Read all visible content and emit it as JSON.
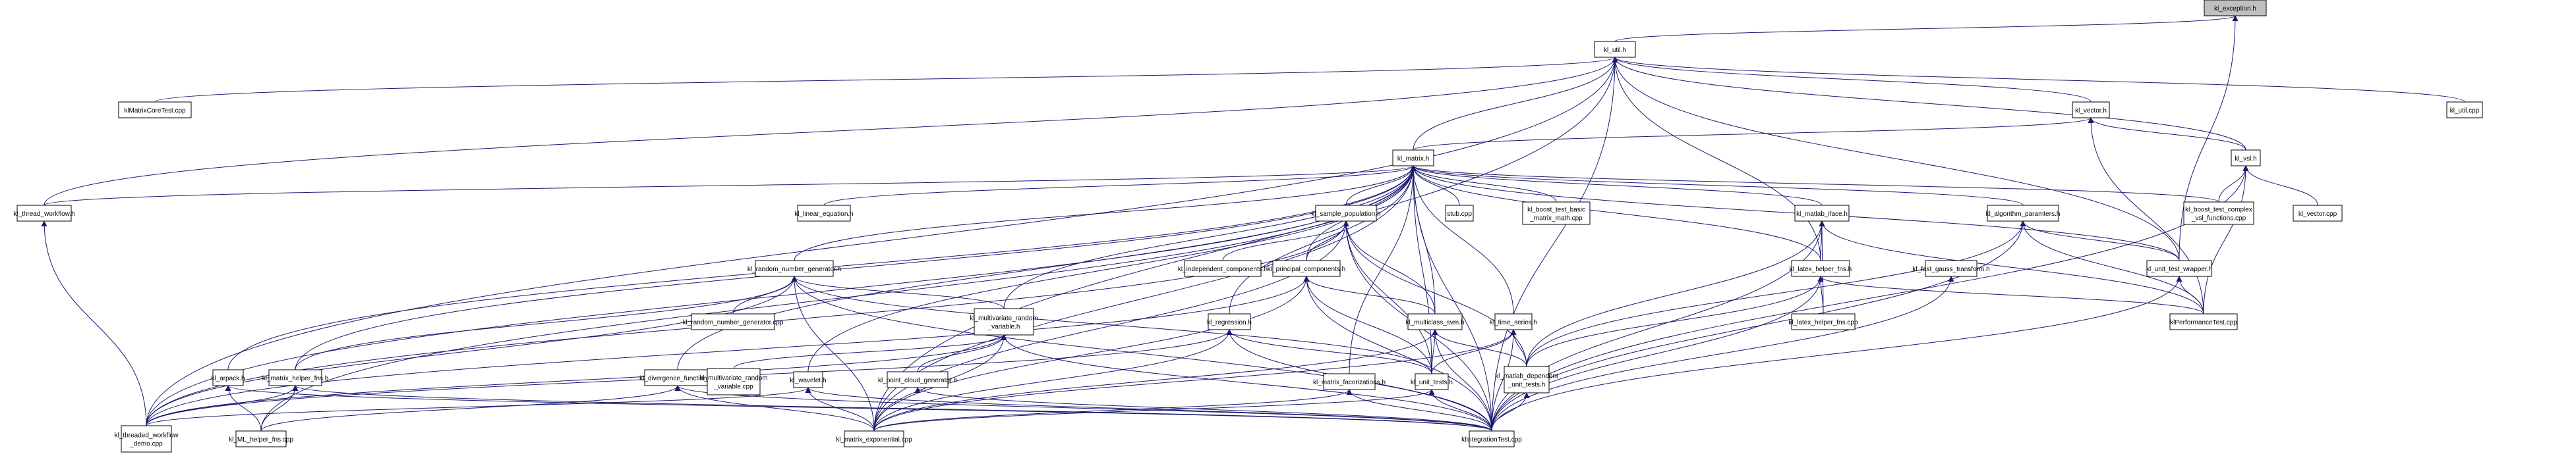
{
  "diagram": {
    "type": "include-dependency-graph",
    "root": "kl_exception.h",
    "colors": {
      "edge": "#191970",
      "root_fill": "#bfbfbf",
      "node_fill": "#ffffff",
      "node_border": "#000000"
    },
    "nodes": [
      {
        "id": "kl_exception",
        "label": [
          "kl_exception.h"
        ],
        "root": true
      },
      {
        "id": "kl_util_h",
        "label": [
          "kl_util.h"
        ]
      },
      {
        "id": "klMatrixCoreTest",
        "label": [
          "klMatrixCoreTest.cpp"
        ]
      },
      {
        "id": "kl_util_cpp",
        "label": [
          "kl_util.cpp"
        ]
      },
      {
        "id": "kl_vector_h",
        "label": [
          "kl_vector.h"
        ]
      },
      {
        "id": "kl_matrix_h",
        "label": [
          "kl_matrix.h"
        ]
      },
      {
        "id": "kl_vsl_h",
        "label": [
          "kl_vsl.h"
        ]
      },
      {
        "id": "kl_thread_workflow_h",
        "label": [
          "kl_thread_workflow.h"
        ]
      },
      {
        "id": "kl_linear_equation_h",
        "label": [
          "kl_linear_equation.h"
        ]
      },
      {
        "id": "kl_sample_population_h",
        "label": [
          "kl_sample_population.h"
        ]
      },
      {
        "id": "stub_cpp",
        "label": [
          "stub.cpp"
        ]
      },
      {
        "id": "kl_boost_test_basic",
        "label": [
          "kl_boost_test_basic",
          "_matrix_math.cpp"
        ]
      },
      {
        "id": "kl_matlab_iface_h",
        "label": [
          "kl_matlab_iface.h"
        ]
      },
      {
        "id": "kl_algorithm_paramters_h",
        "label": [
          "kl_algorithm_paramters.h"
        ]
      },
      {
        "id": "kl_boost_test_complex",
        "label": [
          "kl_boost_test_complex",
          "_vsl_functions.cpp"
        ]
      },
      {
        "id": "kl_vector_cpp",
        "label": [
          "kl_vector.cpp"
        ]
      },
      {
        "id": "kl_random_number_generator_h",
        "label": [
          "kl_random_number_generator.h"
        ]
      },
      {
        "id": "kl_independent_components_h",
        "label": [
          "kl_independent_components.h"
        ]
      },
      {
        "id": "kl_principal_components_h",
        "label": [
          "kl_principal_components.h"
        ]
      },
      {
        "id": "kl_latex_helper_fns_h",
        "label": [
          "kl_latex_helper_fns.h"
        ]
      },
      {
        "id": "kl_fast_gauss_transform_h",
        "label": [
          "kl_fast_gauss_transform.h"
        ]
      },
      {
        "id": "kl_unit_test_wrapper_h",
        "label": [
          "kl_unit_test_wrapper.h"
        ]
      },
      {
        "id": "kl_random_number_generator_cpp",
        "label": [
          "kl_random_number_generator.cpp"
        ]
      },
      {
        "id": "kl_multivariate_random_variable_h",
        "label": [
          "kl_multivariate_random",
          "_variable.h"
        ]
      },
      {
        "id": "kl_regression_h",
        "label": [
          "kl_regression.h"
        ]
      },
      {
        "id": "kl_multiclass_svm_h",
        "label": [
          "kl_multiclass_svm.h"
        ]
      },
      {
        "id": "kl_time_series_h",
        "label": [
          "kl_time_series.h"
        ]
      },
      {
        "id": "kl_latex_helper_fns_cpp",
        "label": [
          "kl_latex_helper_fns.cpp"
        ]
      },
      {
        "id": "klPerformanceTest_cpp",
        "label": [
          "klPerformanceTest.cpp"
        ]
      },
      {
        "id": "kl_arpack_h",
        "label": [
          "kl_arpack.h"
        ]
      },
      {
        "id": "kl_matrix_helper_fns_h",
        "label": [
          "kl_matrix_helper_fns.h"
        ]
      },
      {
        "id": "kl_divergence_functions_h",
        "label": [
          "kl_divergence_functions.h"
        ]
      },
      {
        "id": "kl_multivariate_random_variable_cpp",
        "label": [
          "kl_multivariate_random",
          "_variable.cpp"
        ]
      },
      {
        "id": "kl_wavelet_h",
        "label": [
          "kl_wavelet.h"
        ]
      },
      {
        "id": "kl_point_cloud_generator_h",
        "label": [
          "kl_point_cloud_generator.h"
        ]
      },
      {
        "id": "kl_matrix_facorizations_h",
        "label": [
          "kl_matrix_facorizations.h"
        ]
      },
      {
        "id": "kl_unit_tests_h",
        "label": [
          "kl_unit_tests.h"
        ]
      },
      {
        "id": "kl_matlab_dependent_unit_tests_h",
        "label": [
          "kl_matlab_dependent",
          "_unit_tests.h"
        ]
      },
      {
        "id": "kl_threaded_workflow_demo_cpp",
        "label": [
          "kl_threaded_workflow",
          "_demo.cpp"
        ]
      },
      {
        "id": "kl_ML_helper_fns_cpp",
        "label": [
          "kl_ML_helper_fns.cpp"
        ]
      },
      {
        "id": "kl_matrix_exponential_cpp",
        "label": [
          "kl_matrix_exponential.cpp"
        ]
      },
      {
        "id": "klIntegrationTest_cpp",
        "label": [
          "klIntegrationTest.cpp"
        ]
      }
    ],
    "edges": [
      [
        "kl_util_h",
        "kl_exception"
      ],
      [
        "kl_unit_test_wrapper_h",
        "kl_exception"
      ],
      [
        "klMatrixCoreTest",
        "kl_util_h"
      ],
      [
        "kl_util_cpp",
        "kl_util_h"
      ],
      [
        "kl_vector_h",
        "kl_util_h"
      ],
      [
        "kl_matrix_h",
        "kl_util_h"
      ],
      [
        "kl_vsl_h",
        "kl_util_h"
      ],
      [
        "kl_thread_workflow_h",
        "kl_util_h"
      ],
      [
        "kl_latex_helper_fns_h",
        "kl_util_h"
      ],
      [
        "kl_unit_test_wrapper_h",
        "kl_util_h"
      ],
      [
        "kl_threaded_workflow_demo_cpp",
        "kl_util_h"
      ],
      [
        "kl_matrix_exponential_cpp",
        "kl_util_h"
      ],
      [
        "klIntegrationTest_cpp",
        "kl_util_h"
      ],
      [
        "kl_matrix_h",
        "kl_vector_h"
      ],
      [
        "kl_vsl_h",
        "kl_vector_h"
      ],
      [
        "klPerformanceTest_cpp",
        "kl_vector_h"
      ],
      [
        "kl_boost_test_complex",
        "kl_vsl_h"
      ],
      [
        "kl_vector_cpp",
        "kl_vsl_h"
      ],
      [
        "klPerformanceTest_cpp",
        "kl_vsl_h"
      ],
      [
        "klIntegrationTest_cpp",
        "kl_vsl_h"
      ],
      [
        "kl_thread_workflow_h",
        "kl_matrix_h"
      ],
      [
        "kl_linear_equation_h",
        "kl_matrix_h"
      ],
      [
        "kl_sample_population_h",
        "kl_matrix_h"
      ],
      [
        "stub_cpp",
        "kl_matrix_h"
      ],
      [
        "kl_boost_test_basic",
        "kl_matrix_h"
      ],
      [
        "kl_matlab_iface_h",
        "kl_matrix_h"
      ],
      [
        "kl_algorithm_paramters_h",
        "kl_matrix_h"
      ],
      [
        "kl_boost_test_complex",
        "kl_matrix_h"
      ],
      [
        "kl_random_number_generator_h",
        "kl_matrix_h"
      ],
      [
        "kl_principal_components_h",
        "kl_matrix_h"
      ],
      [
        "kl_latex_helper_fns_h",
        "kl_matrix_h"
      ],
      [
        "kl_unit_test_wrapper_h",
        "kl_matrix_h"
      ],
      [
        "kl_multivariate_random_variable_h",
        "kl_matrix_h"
      ],
      [
        "kl_regression_h",
        "kl_matrix_h"
      ],
      [
        "kl_multiclass_svm_h",
        "kl_matrix_h"
      ],
      [
        "kl_time_series_h",
        "kl_matrix_h"
      ],
      [
        "kl_arpack_h",
        "kl_matrix_h"
      ],
      [
        "kl_matrix_helper_fns_h",
        "kl_matrix_h"
      ],
      [
        "kl_divergence_functions_h",
        "kl_matrix_h"
      ],
      [
        "kl_wavelet_h",
        "kl_matrix_h"
      ],
      [
        "kl_matrix_facorizations_h",
        "kl_matrix_h"
      ],
      [
        "kl_unit_tests_h",
        "kl_matrix_h"
      ],
      [
        "kl_threaded_workflow_demo_cpp",
        "kl_matrix_h"
      ],
      [
        "kl_ML_helper_fns_cpp",
        "kl_matrix_h"
      ],
      [
        "kl_matrix_exponential_cpp",
        "kl_matrix_h"
      ],
      [
        "klIntegrationTest_cpp",
        "kl_matrix_h"
      ],
      [
        "kl_threaded_workflow_demo_cpp",
        "kl_thread_workflow_h"
      ],
      [
        "kl_independent_components_h",
        "kl_sample_population_h"
      ],
      [
        "kl_principal_components_h",
        "kl_sample_population_h"
      ],
      [
        "kl_multiclass_svm_h",
        "kl_sample_population_h"
      ],
      [
        "kl_unit_tests_h",
        "kl_sample_population_h"
      ],
      [
        "kl_matlab_dependent_unit_tests_h",
        "kl_sample_population_h"
      ],
      [
        "kl_threaded_workflow_demo_cpp",
        "kl_sample_population_h"
      ],
      [
        "kl_matrix_exponential_cpp",
        "kl_sample_population_h"
      ],
      [
        "klIntegrationTest_cpp",
        "kl_sample_population_h"
      ],
      [
        "kl_latex_helper_fns_h",
        "kl_matlab_iface_h"
      ],
      [
        "kl_latex_helper_fns_cpp",
        "kl_matlab_iface_h"
      ],
      [
        "kl_matlab_dependent_unit_tests_h",
        "kl_matlab_iface_h"
      ],
      [
        "klPerformanceTest_cpp",
        "kl_matlab_iface_h"
      ],
      [
        "klIntegrationTest_cpp",
        "kl_matlab_iface_h"
      ],
      [
        "kl_unit_test_wrapper_h",
        "kl_algorithm_paramters_h"
      ],
      [
        "kl_matlab_dependent_unit_tests_h",
        "kl_algorithm_paramters_h"
      ],
      [
        "klIntegrationTest_cpp",
        "kl_algorithm_paramters_h"
      ],
      [
        "klPerformanceTest_cpp",
        "kl_algorithm_paramters_h"
      ],
      [
        "kl_random_number_generator_cpp",
        "kl_random_number_generator_h"
      ],
      [
        "kl_multivariate_random_variable_h",
        "kl_random_number_generator_h"
      ],
      [
        "kl_matrix_helper_fns_h",
        "kl_random_number_generator_h"
      ],
      [
        "kl_unit_tests_h",
        "kl_random_number_generator_h"
      ],
      [
        "kl_threaded_workflow_demo_cpp",
        "kl_random_number_generator_h"
      ],
      [
        "kl_matrix_exponential_cpp",
        "kl_random_number_generator_h"
      ],
      [
        "klIntegrationTest_cpp",
        "kl_random_number_generator_h"
      ],
      [
        "kl_multiclass_svm_h",
        "kl_principal_components_h"
      ],
      [
        "kl_unit_tests_h",
        "kl_principal_components_h"
      ],
      [
        "kl_threaded_workflow_demo_cpp",
        "kl_principal_components_h"
      ],
      [
        "kl_matrix_exponential_cpp",
        "kl_principal_components_h"
      ],
      [
        "klIntegrationTest_cpp",
        "kl_principal_components_h"
      ],
      [
        "kl_latex_helper_fns_cpp",
        "kl_latex_helper_fns_h"
      ],
      [
        "klPerformanceTest_cpp",
        "kl_latex_helper_fns_h"
      ],
      [
        "kl_matlab_dependent_unit_tests_h",
        "kl_latex_helper_fns_h"
      ],
      [
        "klIntegrationTest_cpp",
        "kl_latex_helper_fns_h"
      ],
      [
        "klIntegrationTest_cpp",
        "kl_fast_gauss_transform_h"
      ],
      [
        "klPerformanceTest_cpp",
        "kl_unit_test_wrapper_h"
      ],
      [
        "klIntegrationTest_cpp",
        "kl_unit_test_wrapper_h"
      ],
      [
        "kl_multivariate_random_variable_cpp",
        "kl_multivariate_random_variable_h"
      ],
      [
        "kl_point_cloud_generator_h",
        "kl_multivariate_random_variable_h"
      ],
      [
        "kl_threaded_workflow_demo_cpp",
        "kl_multivariate_random_variable_h"
      ],
      [
        "kl_matrix_exponential_cpp",
        "kl_multivariate_random_variable_h"
      ],
      [
        "klIntegrationTest_cpp",
        "kl_multivariate_random_variable_h"
      ],
      [
        "kl_unit_tests_h",
        "kl_regression_h"
      ],
      [
        "kl_matrix_exponential_cpp",
        "kl_regression_h"
      ],
      [
        "klIntegrationTest_cpp",
        "kl_regression_h"
      ],
      [
        "kl_threaded_workflow_demo_cpp",
        "kl_regression_h"
      ],
      [
        "kl_unit_tests_h",
        "kl_multiclass_svm_h"
      ],
      [
        "kl_matlab_dependent_unit_tests_h",
        "kl_multiclass_svm_h"
      ],
      [
        "kl_matrix_exponential_cpp",
        "kl_multiclass_svm_h"
      ],
      [
        "klIntegrationTest_cpp",
        "kl_multiclass_svm_h"
      ],
      [
        "kl_unit_tests_h",
        "kl_time_series_h"
      ],
      [
        "kl_matlab_dependent_unit_tests_h",
        "kl_time_series_h"
      ],
      [
        "kl_matrix_exponential_cpp",
        "kl_time_series_h"
      ],
      [
        "klIntegrationTest_cpp",
        "kl_time_series_h"
      ],
      [
        "kl_ML_helper_fns_cpp",
        "kl_arpack_h"
      ],
      [
        "klIntegrationTest_cpp",
        "kl_arpack_h"
      ],
      [
        "kl_threaded_workflow_demo_cpp",
        "kl_matrix_helper_fns_h"
      ],
      [
        "kl_ML_helper_fns_cpp",
        "kl_matrix_helper_fns_h"
      ],
      [
        "klIntegrationTest_cpp",
        "kl_matrix_helper_fns_h"
      ],
      [
        "kl_ML_helper_fns_cpp",
        "kl_divergence_functions_h"
      ],
      [
        "kl_matrix_exponential_cpp",
        "kl_divergence_functions_h"
      ],
      [
        "klIntegrationTest_cpp",
        "kl_divergence_functions_h"
      ],
      [
        "kl_threaded_workflow_demo_cpp",
        "kl_wavelet_h"
      ],
      [
        "kl_matrix_exponential_cpp",
        "kl_wavelet_h"
      ],
      [
        "klIntegrationTest_cpp",
        "kl_wavelet_h"
      ],
      [
        "klIntegrationTest_cpp",
        "kl_point_cloud_generator_h"
      ],
      [
        "kl_matrix_exponential_cpp",
        "kl_matrix_facorizations_h"
      ],
      [
        "klIntegrationTest_cpp",
        "kl_matrix_facorizations_h"
      ],
      [
        "kl_matrix_exponential_cpp",
        "kl_unit_tests_h"
      ],
      [
        "klIntegrationTest_cpp",
        "kl_unit_tests_h"
      ],
      [
        "klIntegrationTest_cpp",
        "kl_matlab_dependent_unit_tests_h"
      ]
    ]
  }
}
